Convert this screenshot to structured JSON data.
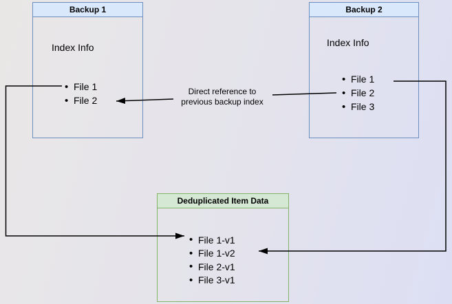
{
  "diagram": {
    "backup1": {
      "title": "Backup 1",
      "index_label": "Index Info",
      "files": [
        "File 1",
        "File 2"
      ]
    },
    "backup2": {
      "title": "Backup 2",
      "index_label": "Index Info",
      "files": [
        "File 1",
        "File 2",
        "File 3"
      ]
    },
    "dedup": {
      "title": "Deduplicated Item Data",
      "items": [
        "File 1-v1",
        "File 1-v2",
        "File 2-v1",
        "File 3-v1"
      ]
    },
    "annotation": {
      "direct_reference": "Direct reference to previous backup index"
    },
    "icons": {
      "bullet": "•"
    },
    "colors": {
      "box_blue_fill": "#dae8fc",
      "box_blue_border": "#6c8ebf",
      "box_green_fill": "#d5e8d4",
      "box_green_border": "#82b366",
      "connector": "#000000",
      "background_start": "#e9e7e6",
      "background_end": "#dcdff4"
    }
  }
}
